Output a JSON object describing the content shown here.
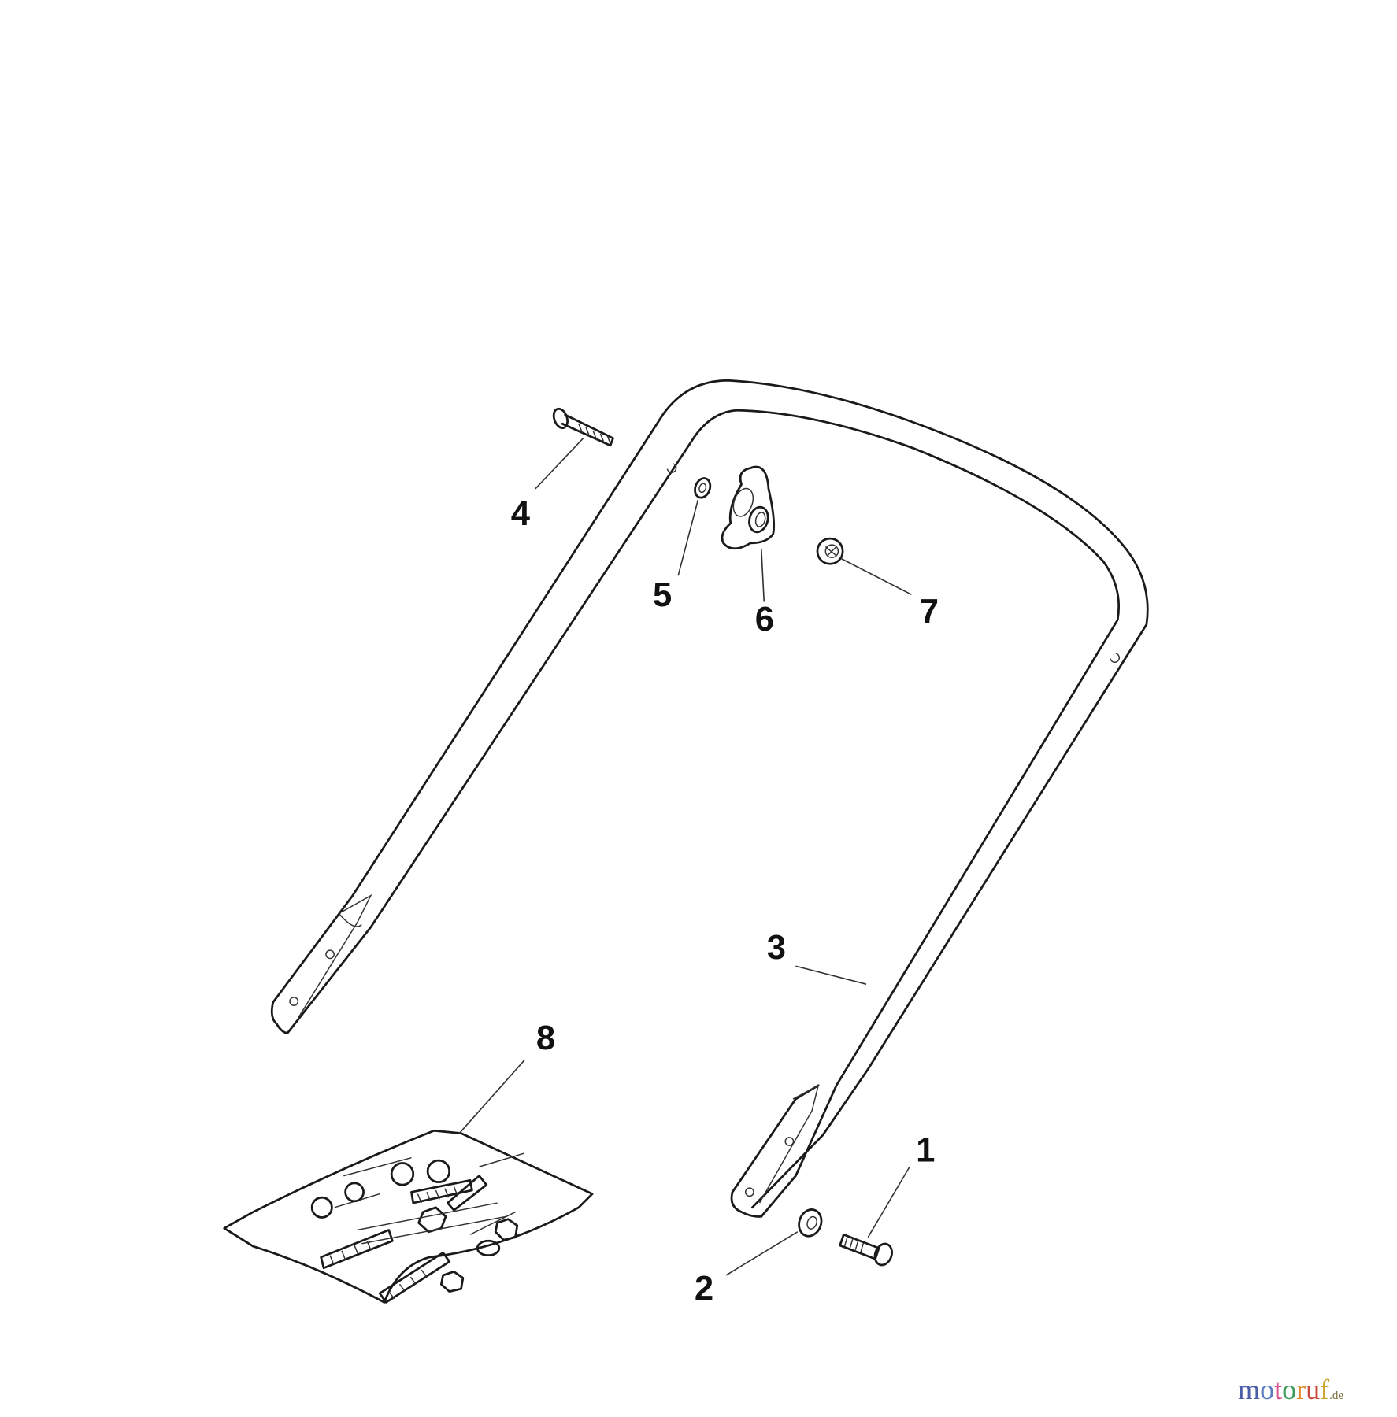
{
  "diagram": {
    "type": "exploded-parts-diagram",
    "subject": "Handle assembly",
    "parts": [
      {
        "number": "1",
        "name": "bolt"
      },
      {
        "number": "2",
        "name": "washer"
      },
      {
        "number": "3",
        "name": "handle-bar"
      },
      {
        "number": "4",
        "name": "carriage-bolt"
      },
      {
        "number": "5",
        "name": "washer"
      },
      {
        "number": "6",
        "name": "knob"
      },
      {
        "number": "7",
        "name": "nut"
      },
      {
        "number": "8",
        "name": "hardware-kit-bag"
      }
    ],
    "callouts": {
      "c1": "1",
      "c2": "2",
      "c3": "3",
      "c4": "4",
      "c5": "5",
      "c6": "6",
      "c7": "7",
      "c8": "8"
    }
  },
  "watermark": {
    "letters": [
      "m",
      "o",
      "t",
      "o",
      "r",
      "u",
      "f"
    ],
    "colors": [
      "#4a5fa8",
      "#5a7bc0",
      "#d9508a",
      "#3c9a5a",
      "#e08a2a",
      "#c94a3a",
      "#c9a32a"
    ],
    "tld": ".de"
  }
}
